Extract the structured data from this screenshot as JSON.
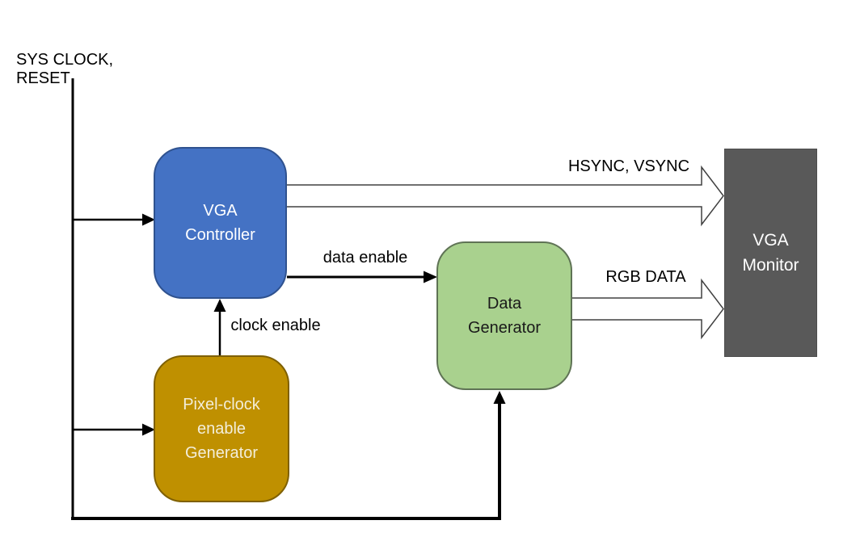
{
  "diagram": {
    "source_label": "SYS CLOCK, RESET",
    "blocks": [
      {
        "name": "vga-controller",
        "label": "VGA\nController",
        "fill": "#4472C4",
        "border": "#2F528F",
        "text_color": "#FFFFFF",
        "shape": "rounded-rect"
      },
      {
        "name": "pixel-clock-enable-generator",
        "label": "Pixel-clock\nenable\nGenerator",
        "fill": "#BF9000",
        "border": "#7F6000",
        "text_color": "#F3EEDA",
        "shape": "rounded-rect"
      },
      {
        "name": "data-generator",
        "label": "Data\nGenerator",
        "fill": "#A9D18E",
        "border": "#5F7355",
        "text_color": "#1A1A1A",
        "shape": "rounded-rect"
      },
      {
        "name": "vga-monitor",
        "label": "VGA\nMonitor",
        "fill": "#595959",
        "border": "#4D4D4D",
        "text_color": "#FFFFFF",
        "shape": "rect"
      }
    ],
    "connections": [
      {
        "label": "HSYNC, VSYNC",
        "from": "VGA Controller",
        "to": "VGA Monitor",
        "style": "hollow-arrow"
      },
      {
        "label": "RGB DATA",
        "from": "Data Generator",
        "to": "VGA Monitor",
        "style": "hollow-arrow"
      },
      {
        "label": "data enable",
        "from": "VGA Controller",
        "to": "Data Generator",
        "style": "solid-arrow"
      },
      {
        "label": "clock enable",
        "from": "Pixel-clock enable Generator",
        "to": "VGA Controller",
        "style": "solid-arrow"
      },
      {
        "label": "",
        "from": "SYS CLOCK, RESET",
        "to": "VGA Controller",
        "style": "solid-arrow"
      },
      {
        "label": "",
        "from": "SYS CLOCK, RESET",
        "to": "Pixel-clock enable Generator",
        "style": "solid-arrow"
      },
      {
        "label": "",
        "from": "SYS CLOCK, RESET",
        "to": "Data Generator",
        "style": "solid-arrow"
      }
    ],
    "colors": {
      "background": "#FFFFFF",
      "wire": "#000000",
      "hollow_arrow_fill": "#FFFFFF",
      "hollow_arrow_outline": "#404040"
    }
  }
}
